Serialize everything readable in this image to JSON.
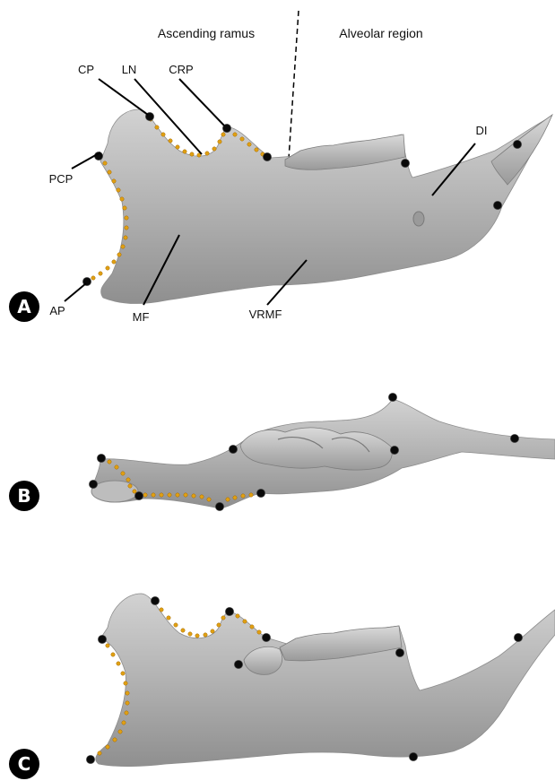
{
  "regions": {
    "ascending": "Ascending ramus",
    "alveolar": "Alveolar region"
  },
  "labels": {
    "cp": "CP",
    "ln": "LN",
    "crp": "CRP",
    "pcp": "PCP",
    "ap": "AP",
    "mf": "MF",
    "vrmf": "VRMF",
    "di": "DI"
  },
  "panels": {
    "a": "A",
    "b": "B",
    "c": "C"
  },
  "colors": {
    "fixed_landmark": "#0a0a0a",
    "semilandmark": "#e0a013",
    "bone": "#a8a8a8"
  }
}
